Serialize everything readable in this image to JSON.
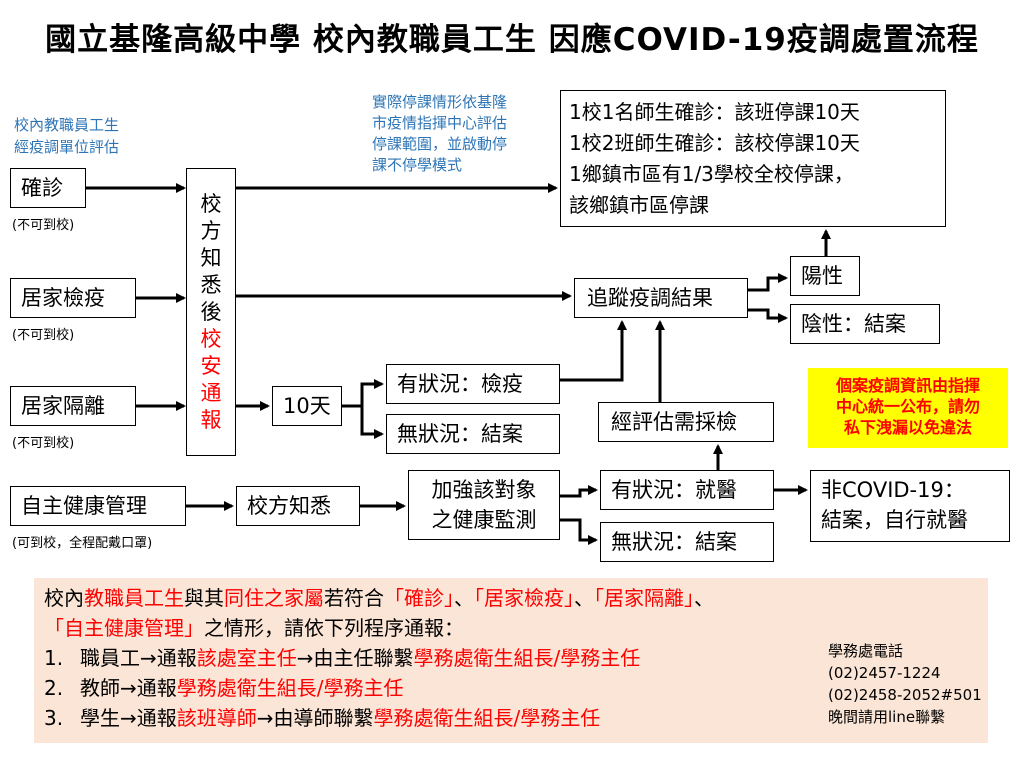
{
  "title": "國立基隆高級中學 校內教職員工生 因應COVID-19疫調處置流程",
  "left_note": [
    "校內教職員工生",
    "經疫調單位評估"
  ],
  "top_note": [
    "實際停課情形依基隆",
    "市疫情指揮中心評估",
    "停課範圍，並啟動停",
    "課不停學模式"
  ],
  "suspension_box": [
    "1校1名師生確診：該班停課10天",
    "1校2班師生確診：該校停課10天",
    "1鄉鎮市區有1/3學校全校停課，",
    "該鄉鎮市區停課"
  ],
  "confirmed": {
    "label": "確診",
    "sub": "(不可到校)"
  },
  "home_quarantine": {
    "label": "居家檢疫",
    "sub": "(不可到校)"
  },
  "home_isolation": {
    "label": "居家隔離",
    "sub": "(不可到校)"
  },
  "self_health": {
    "label": "自主健康管理",
    "sub": "(可到校，全程配戴口罩)"
  },
  "school_notify": {
    "part1": [
      "校",
      "方",
      "知",
      "悉",
      "後"
    ],
    "part2": [
      "校",
      "安",
      "通",
      "報"
    ]
  },
  "ten_days": "10天",
  "symptom_yes_quarantine": "有狀況：檢疫",
  "symptom_no_close": "無狀況：結案",
  "trace_result": "追蹤疫調結果",
  "positive": "陽性",
  "negative": "陰性：結案",
  "assess_test": "經評估需採檢",
  "school_aware": "校方知悉",
  "strengthen": [
    "加強該對象",
    "之健康監測"
  ],
  "symptom_yes_doctor": "有狀況：就醫",
  "symptom_no_close2": "無狀況：結案",
  "non_covid": [
    "非COVID-19：",
    "結案，自行就醫"
  ],
  "yellow_note": [
    "個案疫調資訊由指揮",
    "中心統一公布，請勿",
    "私下洩漏以免違法"
  ],
  "bottom": {
    "l1a": "校內",
    "l1b": "教職員工生",
    "l1c": "與其",
    "l1d": "同住之家屬",
    "l1e": "若符合",
    "l1f": "「確診」",
    "l1g": "、",
    "l1h": "「居家檢疫」",
    "l1i": "、",
    "l1j": "「居家隔離」",
    "l1k": "、",
    "l2a": "「自主健康管理」",
    "l2b": "之情形，請依下列程序通報：",
    "i1n": "1.",
    "i1a": "職員工→通報",
    "i1b": "該處室主任",
    "i1c": "→由主任聯繫",
    "i1d": "學務處衛生組長/學務主任",
    "i2n": "2.",
    "i2a": "教師→通報",
    "i2b": "學務處衛生組長/學務主任",
    "i3n": "3.",
    "i3a": "學生→通報",
    "i3b": "該班導師",
    "i3c": "→由導師聯繫",
    "i3d": "學務處衛生組長/學務主任",
    "phone_title": "學務處電話",
    "phone1": "(02)2457-1224",
    "phone2": "(02)2458-2052#501",
    "phone_note": "晚間請用line聯繫"
  },
  "colors": {
    "red": "#ff0000",
    "blue": "#2e75b6",
    "note_bg": "#fbe5d6",
    "yellow": "#ffff00"
  }
}
